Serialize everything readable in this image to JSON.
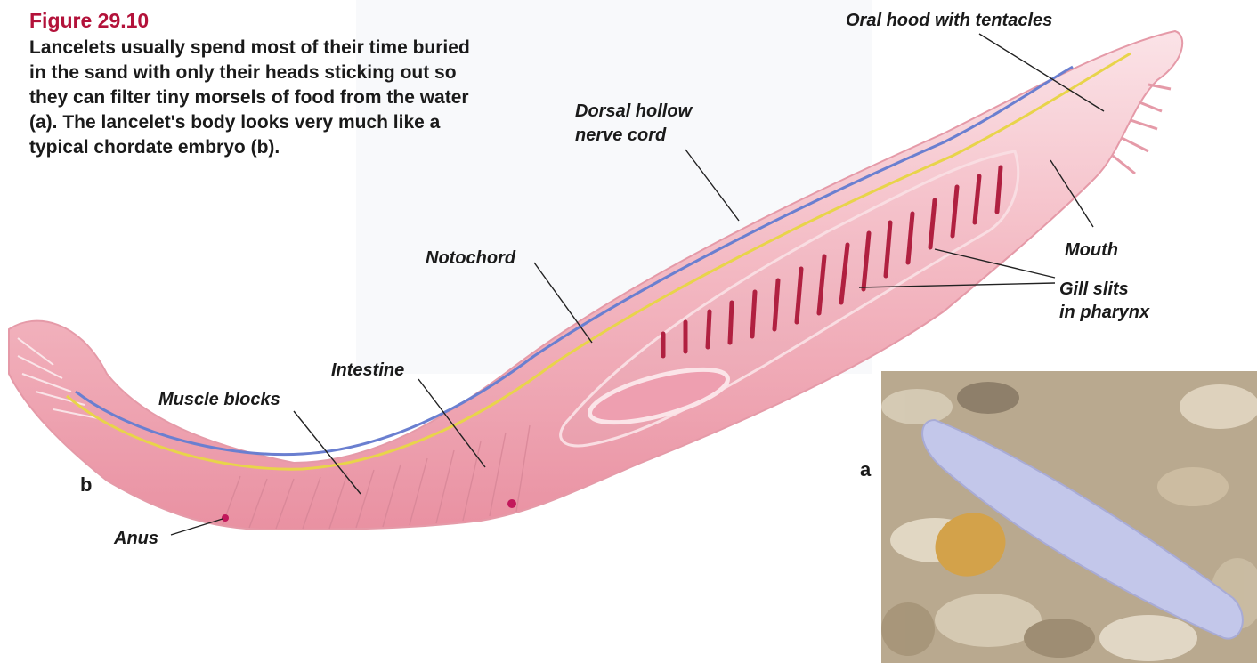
{
  "figure": {
    "number": "Figure 29.10",
    "caption": "Lancelets usually spend most of their time buried in the sand with only their heads sticking out so they can filter tiny morsels of food from the water (a). The lancelet's body looks very much like a typical chordate embryo (b)."
  },
  "labels": {
    "oral_hood": "Oral hood with tentacles",
    "dorsal_nerve_cord_line1": "Dorsal hollow",
    "dorsal_nerve_cord_line2": "nerve cord",
    "notochord": "Notochord",
    "mouth": "Mouth",
    "gill_slits_line1": "Gill slits",
    "gill_slits_line2": "in pharynx",
    "intestine": "Intestine",
    "muscle_blocks": "Muscle blocks",
    "anus": "Anus"
  },
  "panels": {
    "a": "a",
    "b": "b"
  },
  "colors": {
    "title": "#b3123a",
    "body": "#f2b8c2",
    "nerve_cord": "#6a7fd0",
    "notochord": "#e8d44a",
    "gill": "#b02040"
  }
}
